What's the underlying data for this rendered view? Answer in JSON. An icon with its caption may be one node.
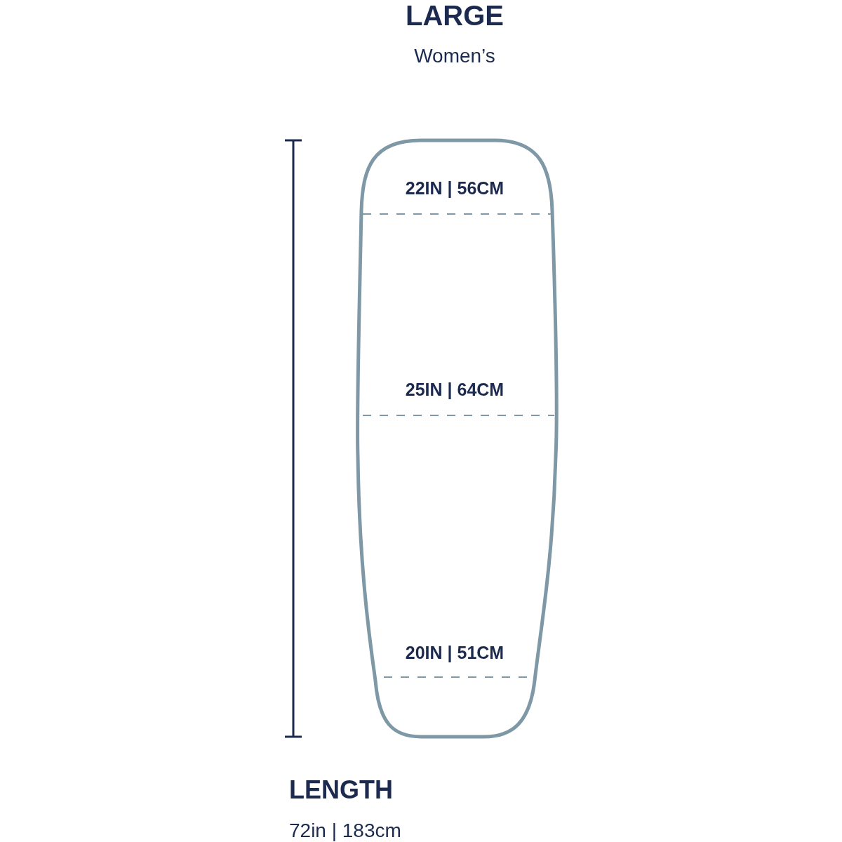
{
  "diagram": {
    "title": "LARGE",
    "labels": [
      "Women’s",
      "22IN | 56CM",
      "25IN | 64CM",
      "20IN | 51CM",
      "LENGTH",
      "72in | 183cm"
    ]
  }
}
